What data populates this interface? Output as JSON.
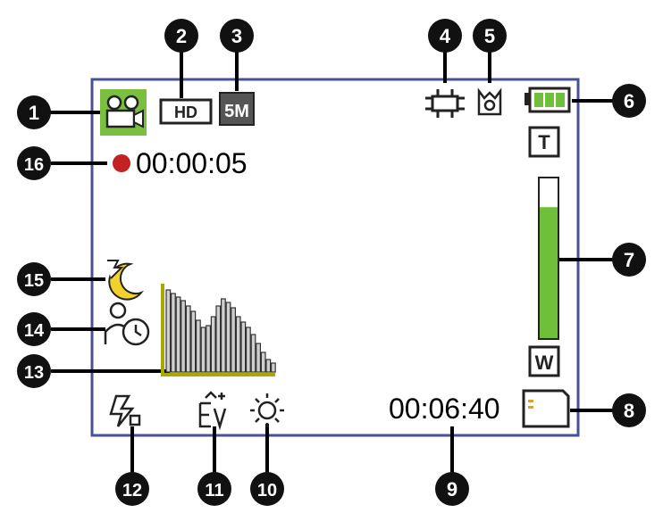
{
  "screen": {
    "border_color": "#4a4f9c",
    "record_time": "00:00:05",
    "remaining_time": "00:06:40",
    "record_dot_color": "#c22222",
    "battery_color": "#6fbf3a",
    "zoom": {
      "tele_label": "T",
      "wide_label": "W",
      "level_fraction": 0.82,
      "bar_color": "#6fbf3a"
    },
    "resolution_label": "HD",
    "image_size_label": "5M",
    "histogram_levels": [
      0.92,
      0.88,
      0.84,
      0.8,
      0.74,
      0.68,
      0.58,
      0.5,
      0.52,
      0.62,
      0.74,
      0.82,
      0.78,
      0.72,
      0.62,
      0.56,
      0.5,
      0.42,
      0.32,
      0.22,
      0.14,
      0.1
    ]
  },
  "callouts": [
    {
      "label": "1",
      "target": "video-mode-icon"
    },
    {
      "label": "2",
      "target": "resolution-icon"
    },
    {
      "label": "3",
      "target": "image-size-icon"
    },
    {
      "label": "4",
      "target": "white-balance-icon"
    },
    {
      "label": "5",
      "target": "scene-icon"
    },
    {
      "label": "6",
      "target": "battery-icon"
    },
    {
      "label": "7",
      "target": "zoom-bar"
    },
    {
      "label": "8",
      "target": "sd-card-icon"
    },
    {
      "label": "9",
      "target": "remaining-time"
    },
    {
      "label": "10",
      "target": "brightness-icon"
    },
    {
      "label": "11",
      "target": "ev-icon"
    },
    {
      "label": "12",
      "target": "flash-icon"
    },
    {
      "label": "13",
      "target": "histogram"
    },
    {
      "label": "14",
      "target": "self-timer-icon"
    },
    {
      "label": "15",
      "target": "night-mode-icon"
    },
    {
      "label": "16",
      "target": "recording-time"
    }
  ]
}
